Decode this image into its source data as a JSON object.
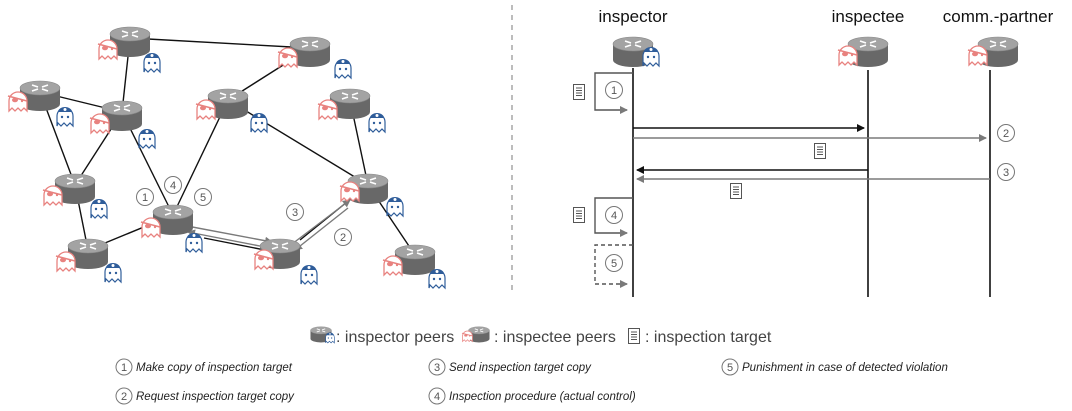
{
  "lifelines": {
    "inspector": "inspector",
    "inspectee": "inspectee",
    "partner": "comm.-partner"
  },
  "network_markers": [
    "1",
    "4",
    "5",
    "3",
    "2"
  ],
  "sequence_markers": [
    "1",
    "2",
    "3",
    "4",
    "5"
  ],
  "legend": {
    "inspector_peers": ": inspector peers",
    "inspectee_peers": ": inspectee peers",
    "inspection_target": ": inspection target"
  },
  "steps": [
    {
      "num": "1",
      "text": "Make copy of inspection target"
    },
    {
      "num": "2",
      "text": "Request inspection target copy"
    },
    {
      "num": "3",
      "text": "Send inspection target copy"
    },
    {
      "num": "4",
      "text": "Inspection procedure (actual control)"
    },
    {
      "num": "5",
      "text": "Punishment in case of detected violation"
    }
  ],
  "colors": {
    "router_top": "#9a9a9a",
    "router_body": "#6e6e6e",
    "inspectee_pink": "#e8827f",
    "inspector_ghost": "#2f5d9a",
    "line": "#111111",
    "arrow_gray": "#7a7a7a",
    "dashed": "#999999"
  }
}
